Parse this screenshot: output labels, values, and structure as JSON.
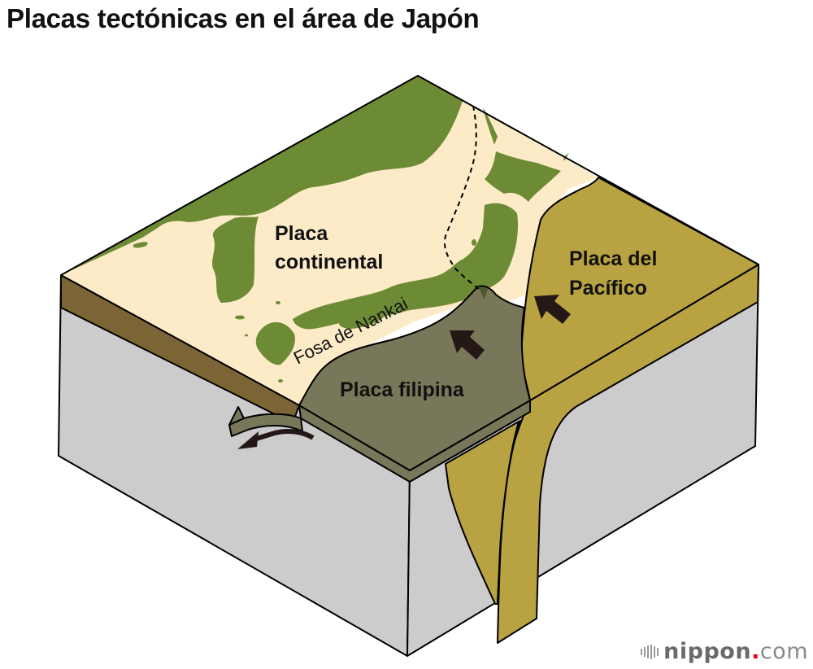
{
  "title": "Placas tectónicas en el área de Japón",
  "labels": {
    "continental_line1": "Placa",
    "continental_line2": "continental",
    "pacific_line1": "Placa del",
    "pacific_line2": "Pacífico",
    "filipina": "Placa filipina",
    "trench": "Fosa de Nankai"
  },
  "arrows": [
    {
      "name": "pacific-plate-motion",
      "direction": "northwest"
    },
    {
      "name": "philippine-plate-motion",
      "direction": "northwest"
    },
    {
      "name": "subduction-direction",
      "direction": "west-downward"
    }
  ],
  "colors": {
    "continental_surface": "#fdebc8",
    "land": "#6d8b35",
    "continental_side": "#7b6436",
    "pacific_plate": "#b9a241",
    "philippine_plate": "#78775a",
    "mantle": "#cccccc",
    "arrow": "#231815"
  },
  "logo": {
    "brand": "nippon",
    "dot": ".",
    "tld": "com"
  }
}
